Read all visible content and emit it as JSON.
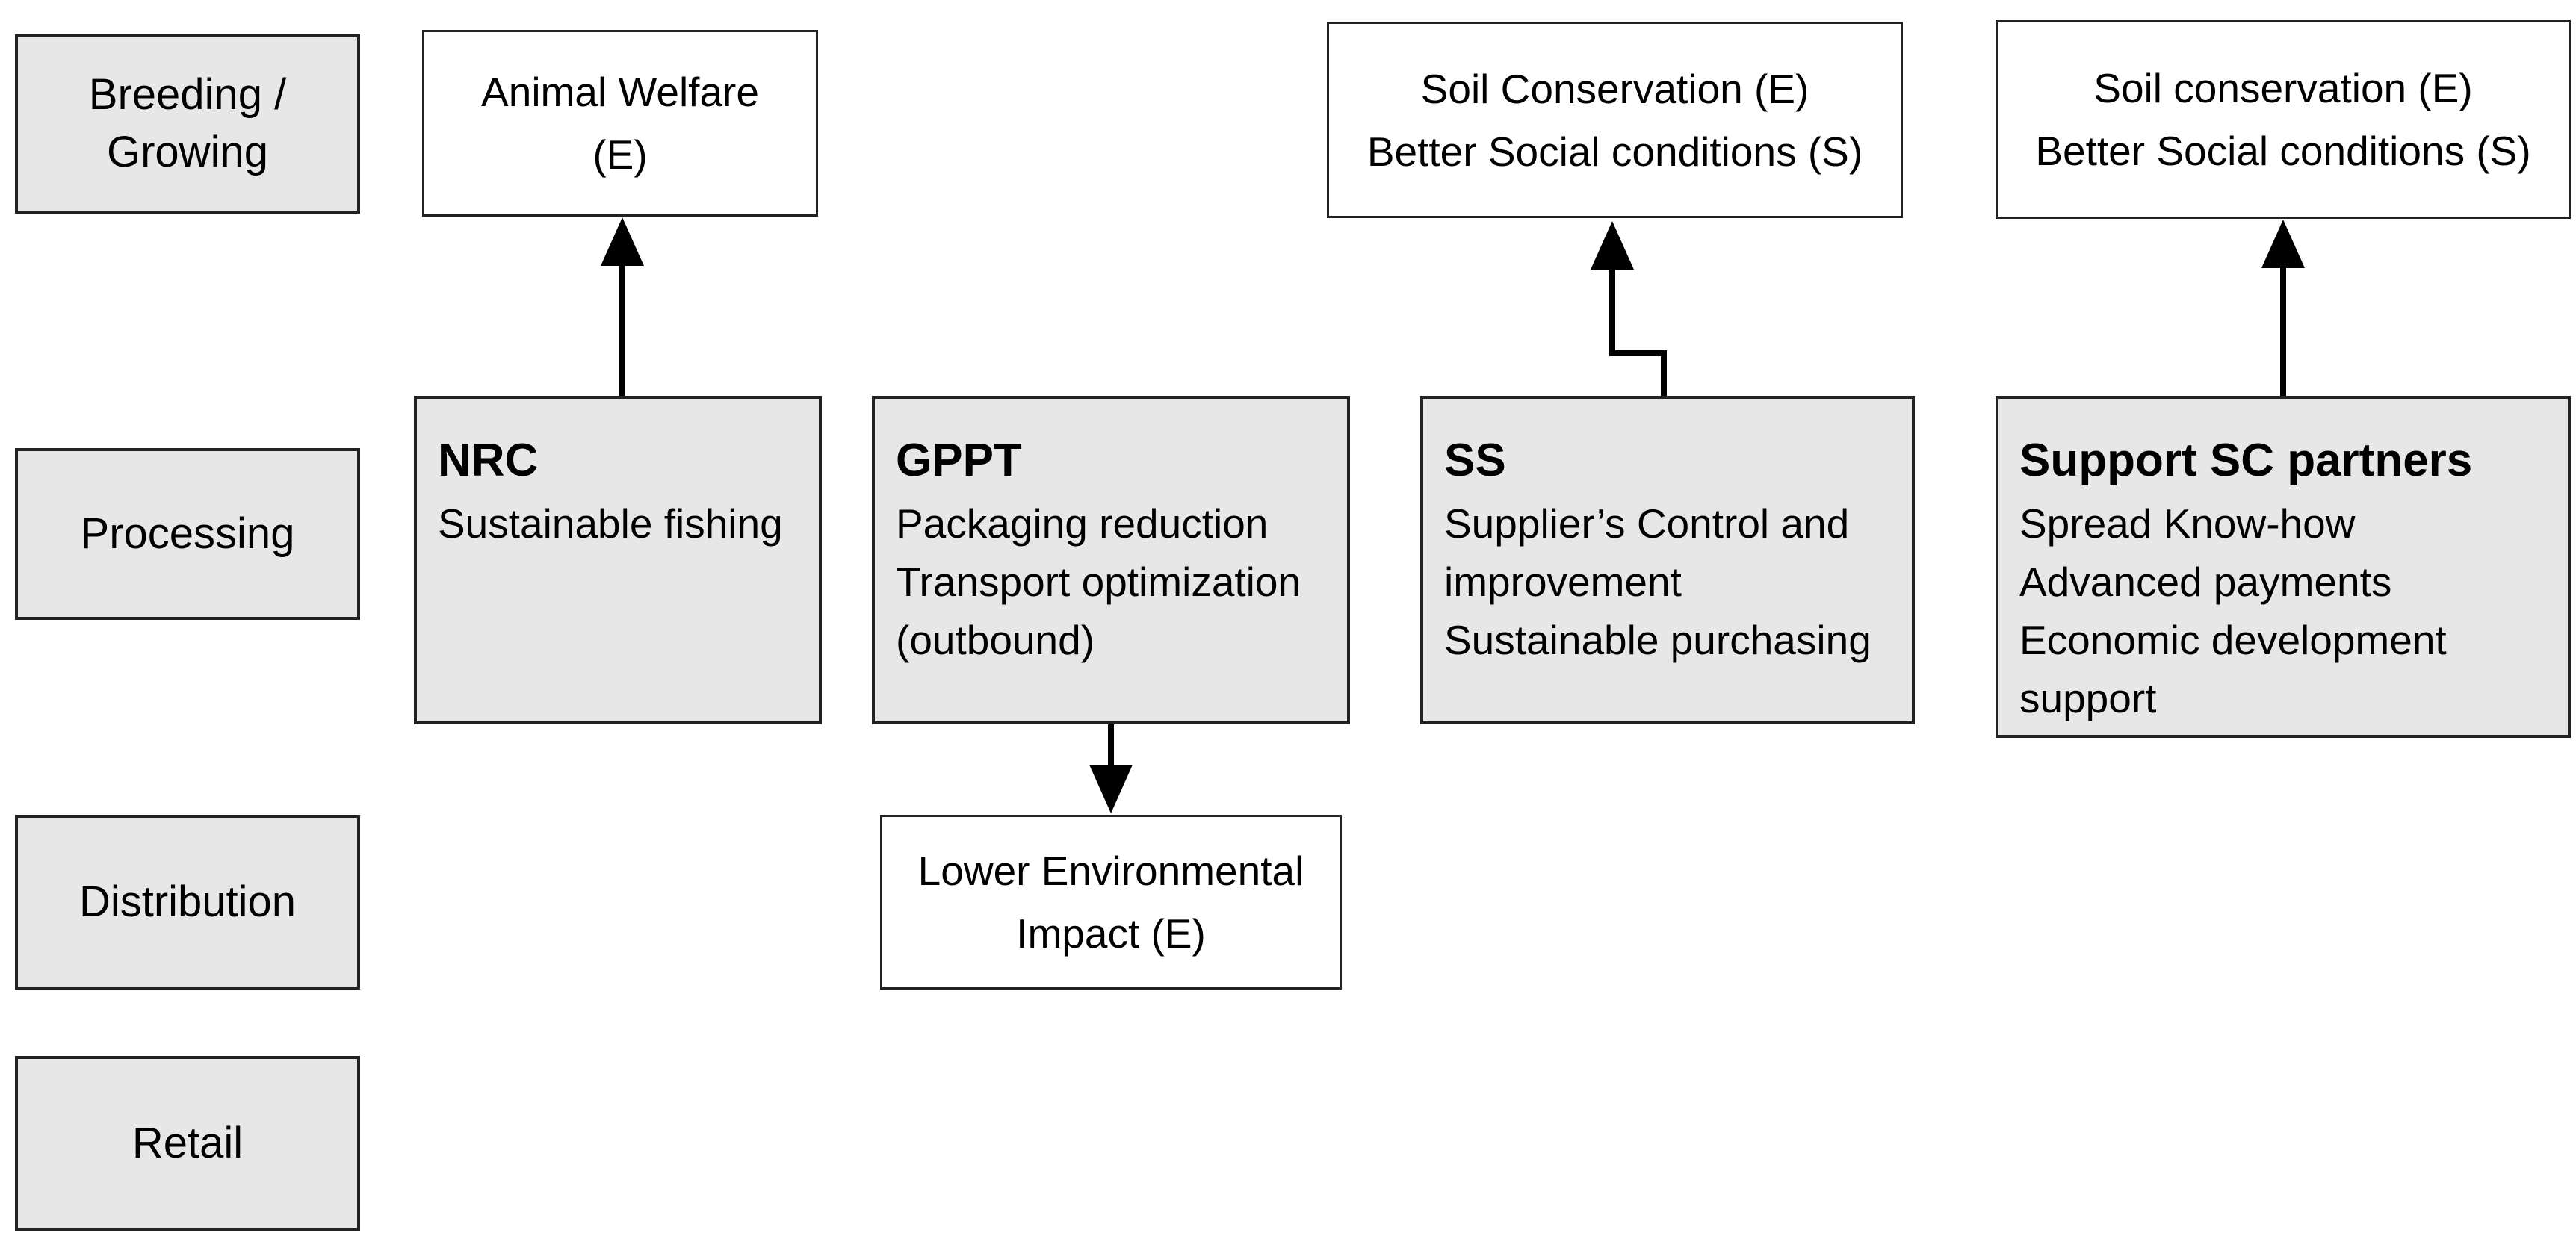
{
  "palette": {
    "box_fill_gray": "#e7e7e7",
    "box_fill_white": "#ffffff",
    "box_border": "#222222",
    "arrow_color": "#000000",
    "text_color": "#000000",
    "background": "#ffffff"
  },
  "stages": {
    "breeding": {
      "lines": [
        "Breeding /",
        "Growing"
      ]
    },
    "processing": {
      "lines": [
        "Processing"
      ]
    },
    "distribution": {
      "lines": [
        "Distribution"
      ]
    },
    "retail": {
      "lines": [
        "Retail"
      ]
    }
  },
  "initiatives": {
    "nrc": {
      "title": "NRC",
      "items": [
        "Sustainable fishing"
      ]
    },
    "gppt": {
      "title": "GPPT",
      "items": [
        "Packaging reduction",
        "Transport optimization",
        "(outbound)"
      ]
    },
    "ss": {
      "title": "SS",
      "items": [
        "Supplier’s Control and",
        "improvement",
        "Sustainable purchasing"
      ]
    },
    "support": {
      "title": "Support SC partners",
      "items": [
        "Spread Know-how",
        "Advanced payments",
        "Economic development",
        "support"
      ]
    }
  },
  "outcomes": {
    "animal_welfare": {
      "lines": [
        "Animal Welfare",
        "(E)"
      ]
    },
    "soil_mid": {
      "lines": [
        "Soil Conservation (E)",
        "Better Social conditions (S)"
      ]
    },
    "soil_right": {
      "lines": [
        "Soil conservation (E)",
        "Better Social conditions (S)"
      ]
    },
    "lower_env": {
      "lines": [
        "Lower Environmental",
        "Impact (E)"
      ]
    }
  }
}
